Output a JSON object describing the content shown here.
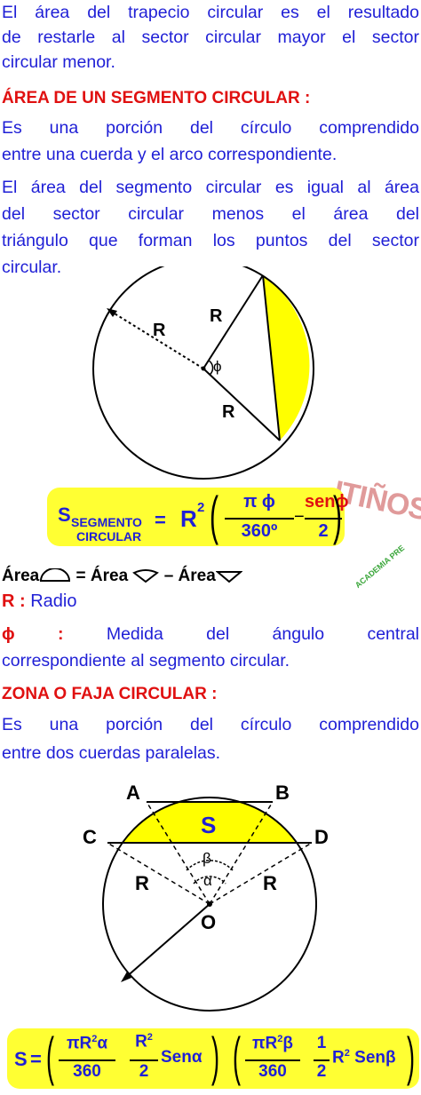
{
  "intro": {
    "line1": "El área del trapecio circular es el resultado",
    "line2": "de restarle al sector circular mayor el sector",
    "line3": "circular menor."
  },
  "segment": {
    "heading": "ÁREA DE UN SEGMENTO CIRCULAR :",
    "def_line1": "Es una porción del círculo comprendido",
    "def_line2": "entre una cuerda y el arco correspondiente.",
    "area_line1": "El área del segmento circular es igual al área",
    "area_line2": "del sector circular menos el área del",
    "area_line3": "triángulo que forman los puntos del sector",
    "area_line4": "circular.",
    "diagram": {
      "label_r_dotted": "R",
      "label_r_top": "R",
      "label_r_bottom": "R",
      "angle": "ϕ",
      "fill_color": "#ffff00"
    },
    "formula": {
      "symbol": "S",
      "subscript_1": "SEGMENTO",
      "subscript_2": "CIRCULAR",
      "equals": "=",
      "r": "R",
      "exp": "2",
      "frac1_num": "π ϕ",
      "frac1_den": "360º",
      "minus": "−",
      "frac2_num": "senϕ",
      "frac2_den": "2"
    },
    "watermark": {
      "big": "ITIÑOS",
      "small": "ACADEMIA PRE"
    },
    "area_eq": {
      "a1": "Área",
      "eq": " = Área ",
      "minus": " – Área"
    },
    "r_label": "R :",
    "r_desc": " Radio",
    "phi_label": "ϕ :",
    "phi_desc_1": " Medida del ángulo central",
    "phi_desc_2": "correspondiente al segmento circular."
  },
  "zone": {
    "heading": "ZONA O FAJA CIRCULAR :",
    "def_line1": "Es una porción del círculo comprendido",
    "def_line2": "entre dos cuerdas paralelas.",
    "diagram": {
      "A": "A",
      "B": "B",
      "C": "C",
      "D": "D",
      "O": "O",
      "R_left": "R",
      "R_right": "R",
      "S": "S",
      "beta": "β",
      "alpha": "α",
      "fill_color": "#ffff00"
    },
    "formula": {
      "symbol": "S",
      "equals": "=",
      "f1_num_a": "πR",
      "f1_num_exp": "2",
      "f1_num_b": "α",
      "f1_den": "360",
      "f2_num": "R",
      "f2_num_exp": "2",
      "f2_den": "2",
      "sen1": "Senα",
      "f3_num_a": "πR",
      "f3_num_exp": "2",
      "f3_num_b": "β",
      "f3_den": "360",
      "f4_num": "1",
      "f4_den": "2",
      "r2": "R",
      "r2_exp": "2",
      "sen2": "Senβ"
    }
  }
}
